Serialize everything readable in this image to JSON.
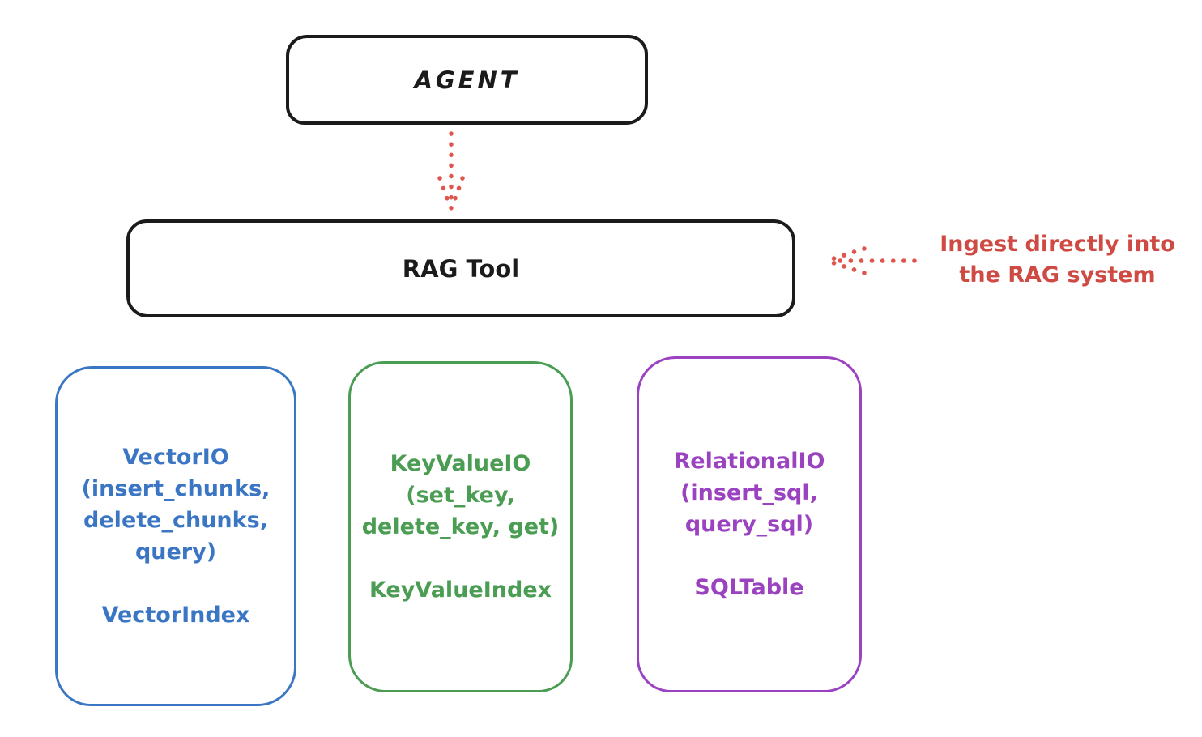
{
  "diagram": {
    "agent": {
      "label": "AGENT"
    },
    "rag_tool": {
      "label": "RAG Tool"
    },
    "annotation": {
      "line1": "Ingest directly into",
      "line2": "the RAG system"
    },
    "arrows": [
      {
        "name": "agent-to-ragtool",
        "style": "dotted",
        "direction": "down"
      },
      {
        "name": "annotation-to-ragtool",
        "style": "dotted",
        "direction": "left"
      }
    ],
    "colors": {
      "outline_black": "#1b1b1b",
      "annotation_red": "#cf4a43",
      "arrow_red": "#e0564e",
      "vector_blue": "#3b76c4",
      "keyvalue_green": "#4a9d52",
      "relational_purple": "#9b42c1",
      "background": "#ffffff"
    },
    "storage_boxes": [
      {
        "name": "vector-io",
        "color": "#3b76c4",
        "title_lines": [
          "VectorIO",
          "(insert_chunks,",
          "delete_chunks,",
          "query)"
        ],
        "index_label": "VectorIndex"
      },
      {
        "name": "keyvalue-io",
        "color": "#4a9d52",
        "title_lines": [
          "KeyValueIO",
          "(set_key,",
          "delete_key, get)"
        ],
        "index_label": "KeyValueIndex"
      },
      {
        "name": "relational-io",
        "color": "#9b42c1",
        "title_lines": [
          "RelationalIO",
          "(insert_sql,",
          "query_sql)"
        ],
        "index_label": "SQLTable"
      }
    ]
  }
}
